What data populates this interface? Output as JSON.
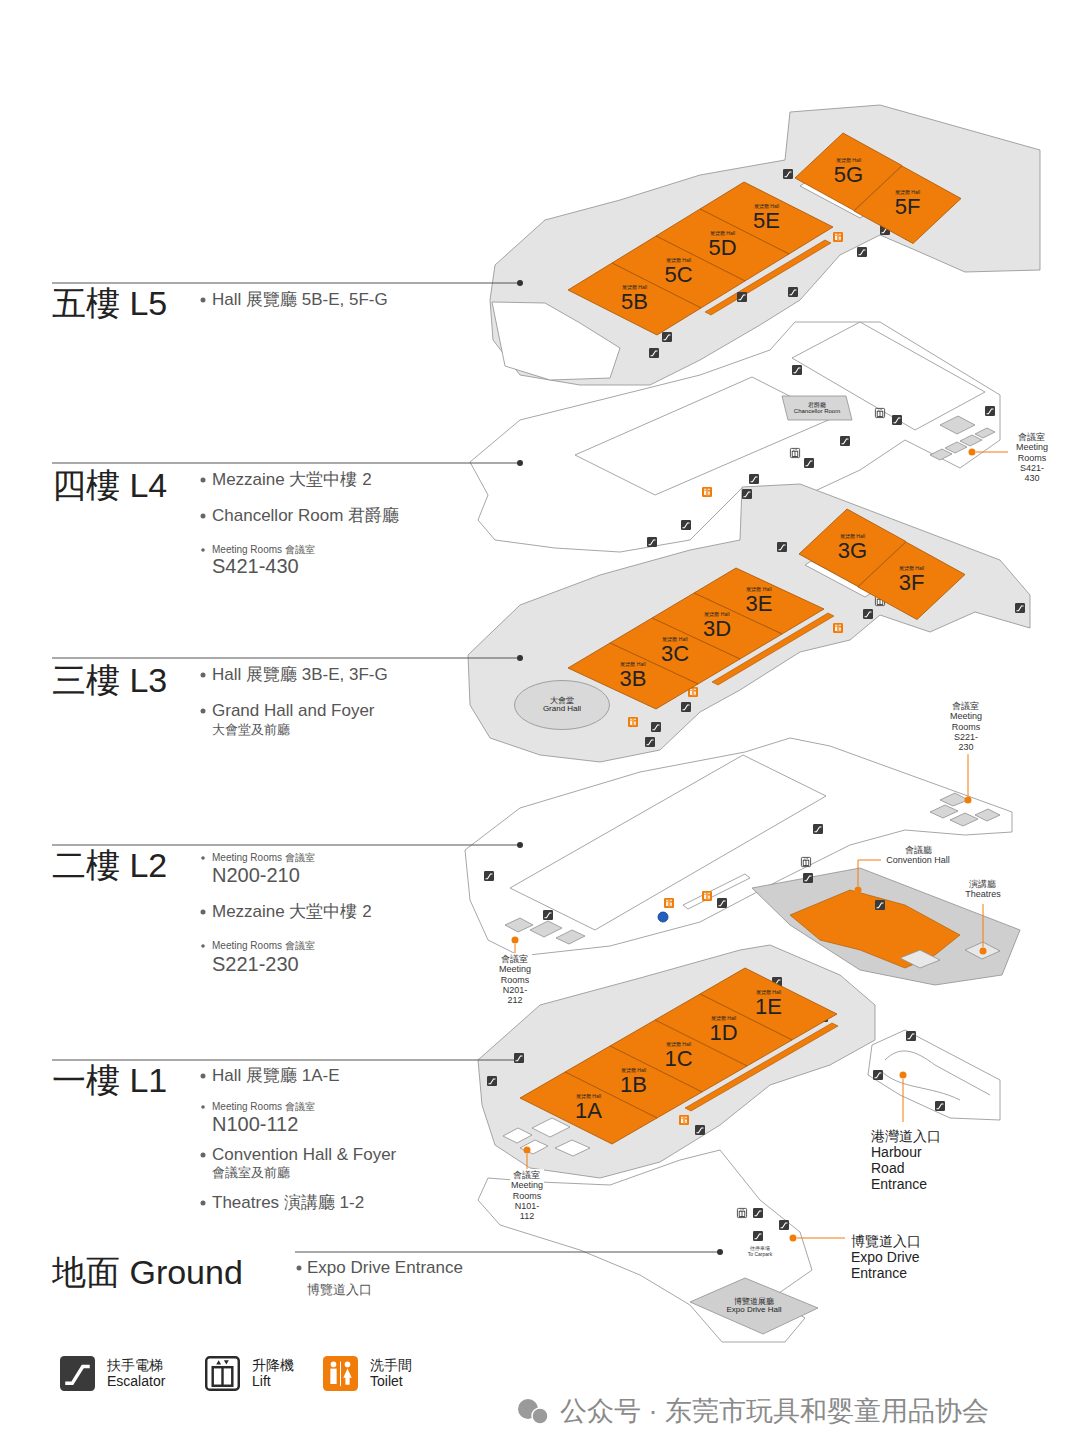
{
  "diagram": {
    "nodes": [
      {
        "text": [
          "展覽廳 Hall",
          "5G"
        ]
      },
      {
        "text": [
          "展覽廳 Hall",
          "5F"
        ]
      },
      {
        "text": [
          "展覽廳 Hall",
          "5E"
        ]
      },
      {
        "text": [
          "展覽廳 Hall",
          "5D"
        ]
      },
      {
        "text": [
          "展覽廳 Hall",
          "5C"
        ]
      },
      {
        "text": [
          "展覽廳 Hall",
          "5B"
        ]
      },
      {
        "text": [
          "君爵廳 Chancellor Room"
        ]
      },
      {
        "text": [
          "展覽廳 Hall",
          "3G"
        ]
      },
      {
        "text": [
          "展覽廳 Hall",
          "3F"
        ]
      },
      {
        "text": [
          "展覽廳 Hall",
          "3E"
        ]
      },
      {
        "text": [
          "展覽廳 Hall",
          "3D"
        ]
      },
      {
        "text": [
          "展覽廳 Hall",
          "3C"
        ]
      },
      {
        "text": [
          "展覽廳 Hall",
          "3B"
        ]
      },
      {
        "text": [
          "大會堂 Grand Hall"
        ]
      },
      {
        "text": [
          "展覽廳 Hall",
          "1E"
        ]
      },
      {
        "text": [
          "展覽廳 Hall",
          "1D"
        ]
      },
      {
        "text": [
          "展覽廳 Hall",
          "1C"
        ]
      },
      {
        "text": [
          "展覽廳 Hall",
          "1B"
        ]
      },
      {
        "text": [
          "展覽廳 Hall",
          "1A"
        ]
      },
      {
        "text": [
          "博覽道展廳 Expo Drive Hall"
        ]
      }
    ],
    "labels": [
      "五樓 L5",
      "Hall 展覽廳 5B-E, 5F-G",
      "四樓 L4",
      "Mezzaine 大堂中樓 2",
      "Chancellor Room 君爵廳",
      "Meeting Rooms 會議室",
      "S421-430",
      "會議室 Meeting Rooms S421-430",
      "三樓 L3",
      "Hall 展覽廳 3B-E, 3F-G",
      "Grand Hall and Foyer",
      "大會堂及前廳",
      "會議室 Meeting Rooms S221-230",
      "二樓 L2",
      "Meeting Rooms 會議室",
      "N200-210",
      "Mezzaine 大堂中樓 2",
      "Meeting Rooms 會議室",
      "S221-230",
      "會議廳 Convention Hall",
      "演講廳 Theatres",
      "會議室 Meeting Rooms N201-212",
      "一樓 L1",
      "Hall 展覽廳 1A-E",
      "Meeting Rooms 會議室",
      "N100-112",
      "Convention Hall & Foyer",
      "會議室及前廳",
      "Theatres 演講廳 1-2",
      "港灣道入口 Harbour Road Entrance",
      "會議室 Meeting Rooms N101-112",
      "往停車場 To Carpark",
      "地面 Ground",
      "Expo Drive Entrance",
      "博覽道入口",
      "博覽道入口 Expo Drive Entrance",
      "公众号 · 东莞市玩具和婴童用品协会"
    ],
    "legend": [
      {
        "text": "扶手電梯 Escalator"
      },
      {
        "text": "升降機 Lift"
      },
      {
        "text": "洗手間 Toilet"
      }
    ]
  }
}
